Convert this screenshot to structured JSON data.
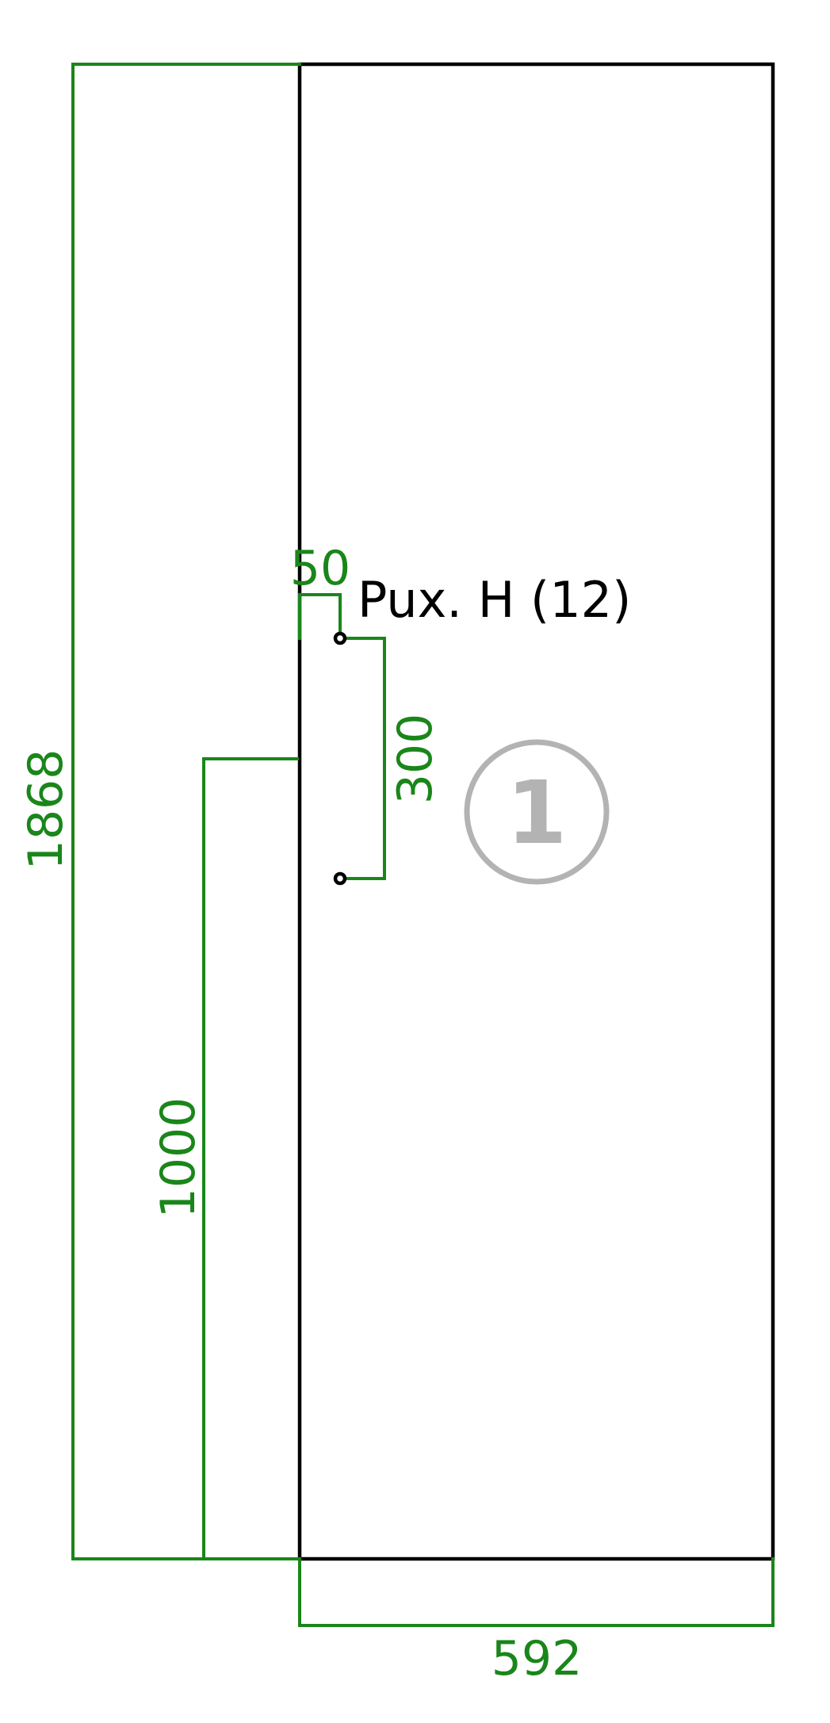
{
  "drawing": {
    "colors": {
      "dimension": "#1a861a",
      "outline": "#000000",
      "marker": "#b3b3b3"
    },
    "part_label": "1",
    "hole_label": "Pux. H (12)",
    "dimensions": {
      "height_total": "1868",
      "width_total": "592",
      "hole_offset_from_edge": "50",
      "hole_spacing": "300",
      "hole_height_from_bottom": "1000"
    }
  }
}
